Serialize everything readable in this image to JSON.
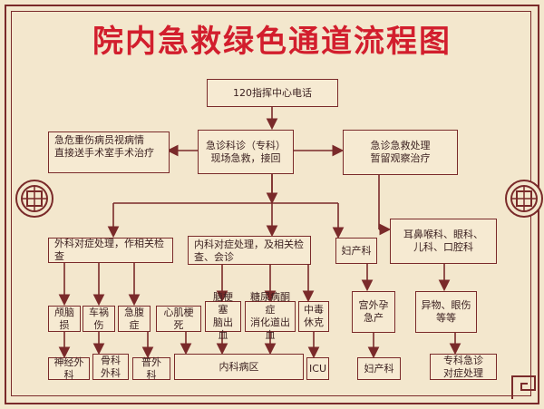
{
  "title": "院内急救绿色通道流程图",
  "colors": {
    "background": "#f3e7cd",
    "border": "#7a2a2a",
    "title": "#d21e2d",
    "text": "#3a1f1f"
  },
  "nodes": {
    "n120": "120指挥中心电话",
    "emergency_left_l1": "急危重伤病员视病情",
    "emergency_left_l2": "直接送手术室手术治疗",
    "center_l1": "急诊科诊（专科）",
    "center_l2": "现场急救，接回",
    "right_l1": "急诊急救处理",
    "right_l2": "暂留观察治疗",
    "surgery": "外科对症处理，作相关检查",
    "internal_l1": "内科对症处理，及相关检",
    "internal_l2": "查、会诊",
    "gyn": "妇产科",
    "ent_l1": "耳鼻喉科、眼科、",
    "ent_l2": "儿科、口腔科",
    "head": "颅脑损",
    "car": "车祸伤",
    "abd": "急腹症",
    "mi": "心肌梗死",
    "stroke_l1": "脑梗塞",
    "stroke_l2": "脑出血",
    "dka_l1": "糖尿病酮症",
    "dka_l2": "消化道出血",
    "poison_l1": "中毒",
    "poison_l2": "休克",
    "ectopic_l1": "宫外孕",
    "ectopic_l2": "急产",
    "foreign_l1": "异物、眼伤",
    "foreign_l2": "等等",
    "neuro": "神经外科",
    "ortho_l1": "骨科",
    "ortho_l2": "外科",
    "general": "普外科",
    "ward": "内科病区",
    "icu": "ICU",
    "gyn2": "妇产科",
    "special_l1": "专科急诊",
    "special_l2": "对症处理"
  }
}
